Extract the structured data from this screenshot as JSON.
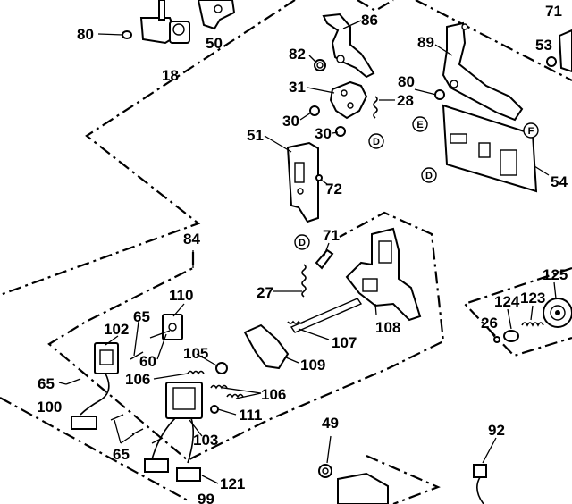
{
  "parts": {
    "p18": "18",
    "p50": "50",
    "p80a": "80",
    "p86": "86",
    "p82": "82",
    "p31": "31",
    "p28": "28",
    "p30a": "30",
    "p30b": "30",
    "p51": "51",
    "p72": "72",
    "p89": "89",
    "p80b": "80",
    "p71a": "71",
    "p53": "53",
    "p54": "54",
    "p84": "84",
    "p71b": "71",
    "p27": "27",
    "p110": "110",
    "p102": "102",
    "p65a": "65",
    "p60": "60",
    "p105": "105",
    "p106a": "106",
    "p106b": "106",
    "p109": "109",
    "p107": "107",
    "p108": "108",
    "p65b": "65",
    "p100": "100",
    "p111": "111",
    "p103": "103",
    "p65c": "65",
    "p121": "121",
    "p99": "99",
    "p125": "125",
    "p124": "124",
    "p123": "123",
    "p26": "26",
    "p49": "49",
    "p92": "92"
  },
  "callouts": {
    "d1": "D",
    "d2": "D",
    "d3": "D",
    "e": "E",
    "f": "F"
  }
}
